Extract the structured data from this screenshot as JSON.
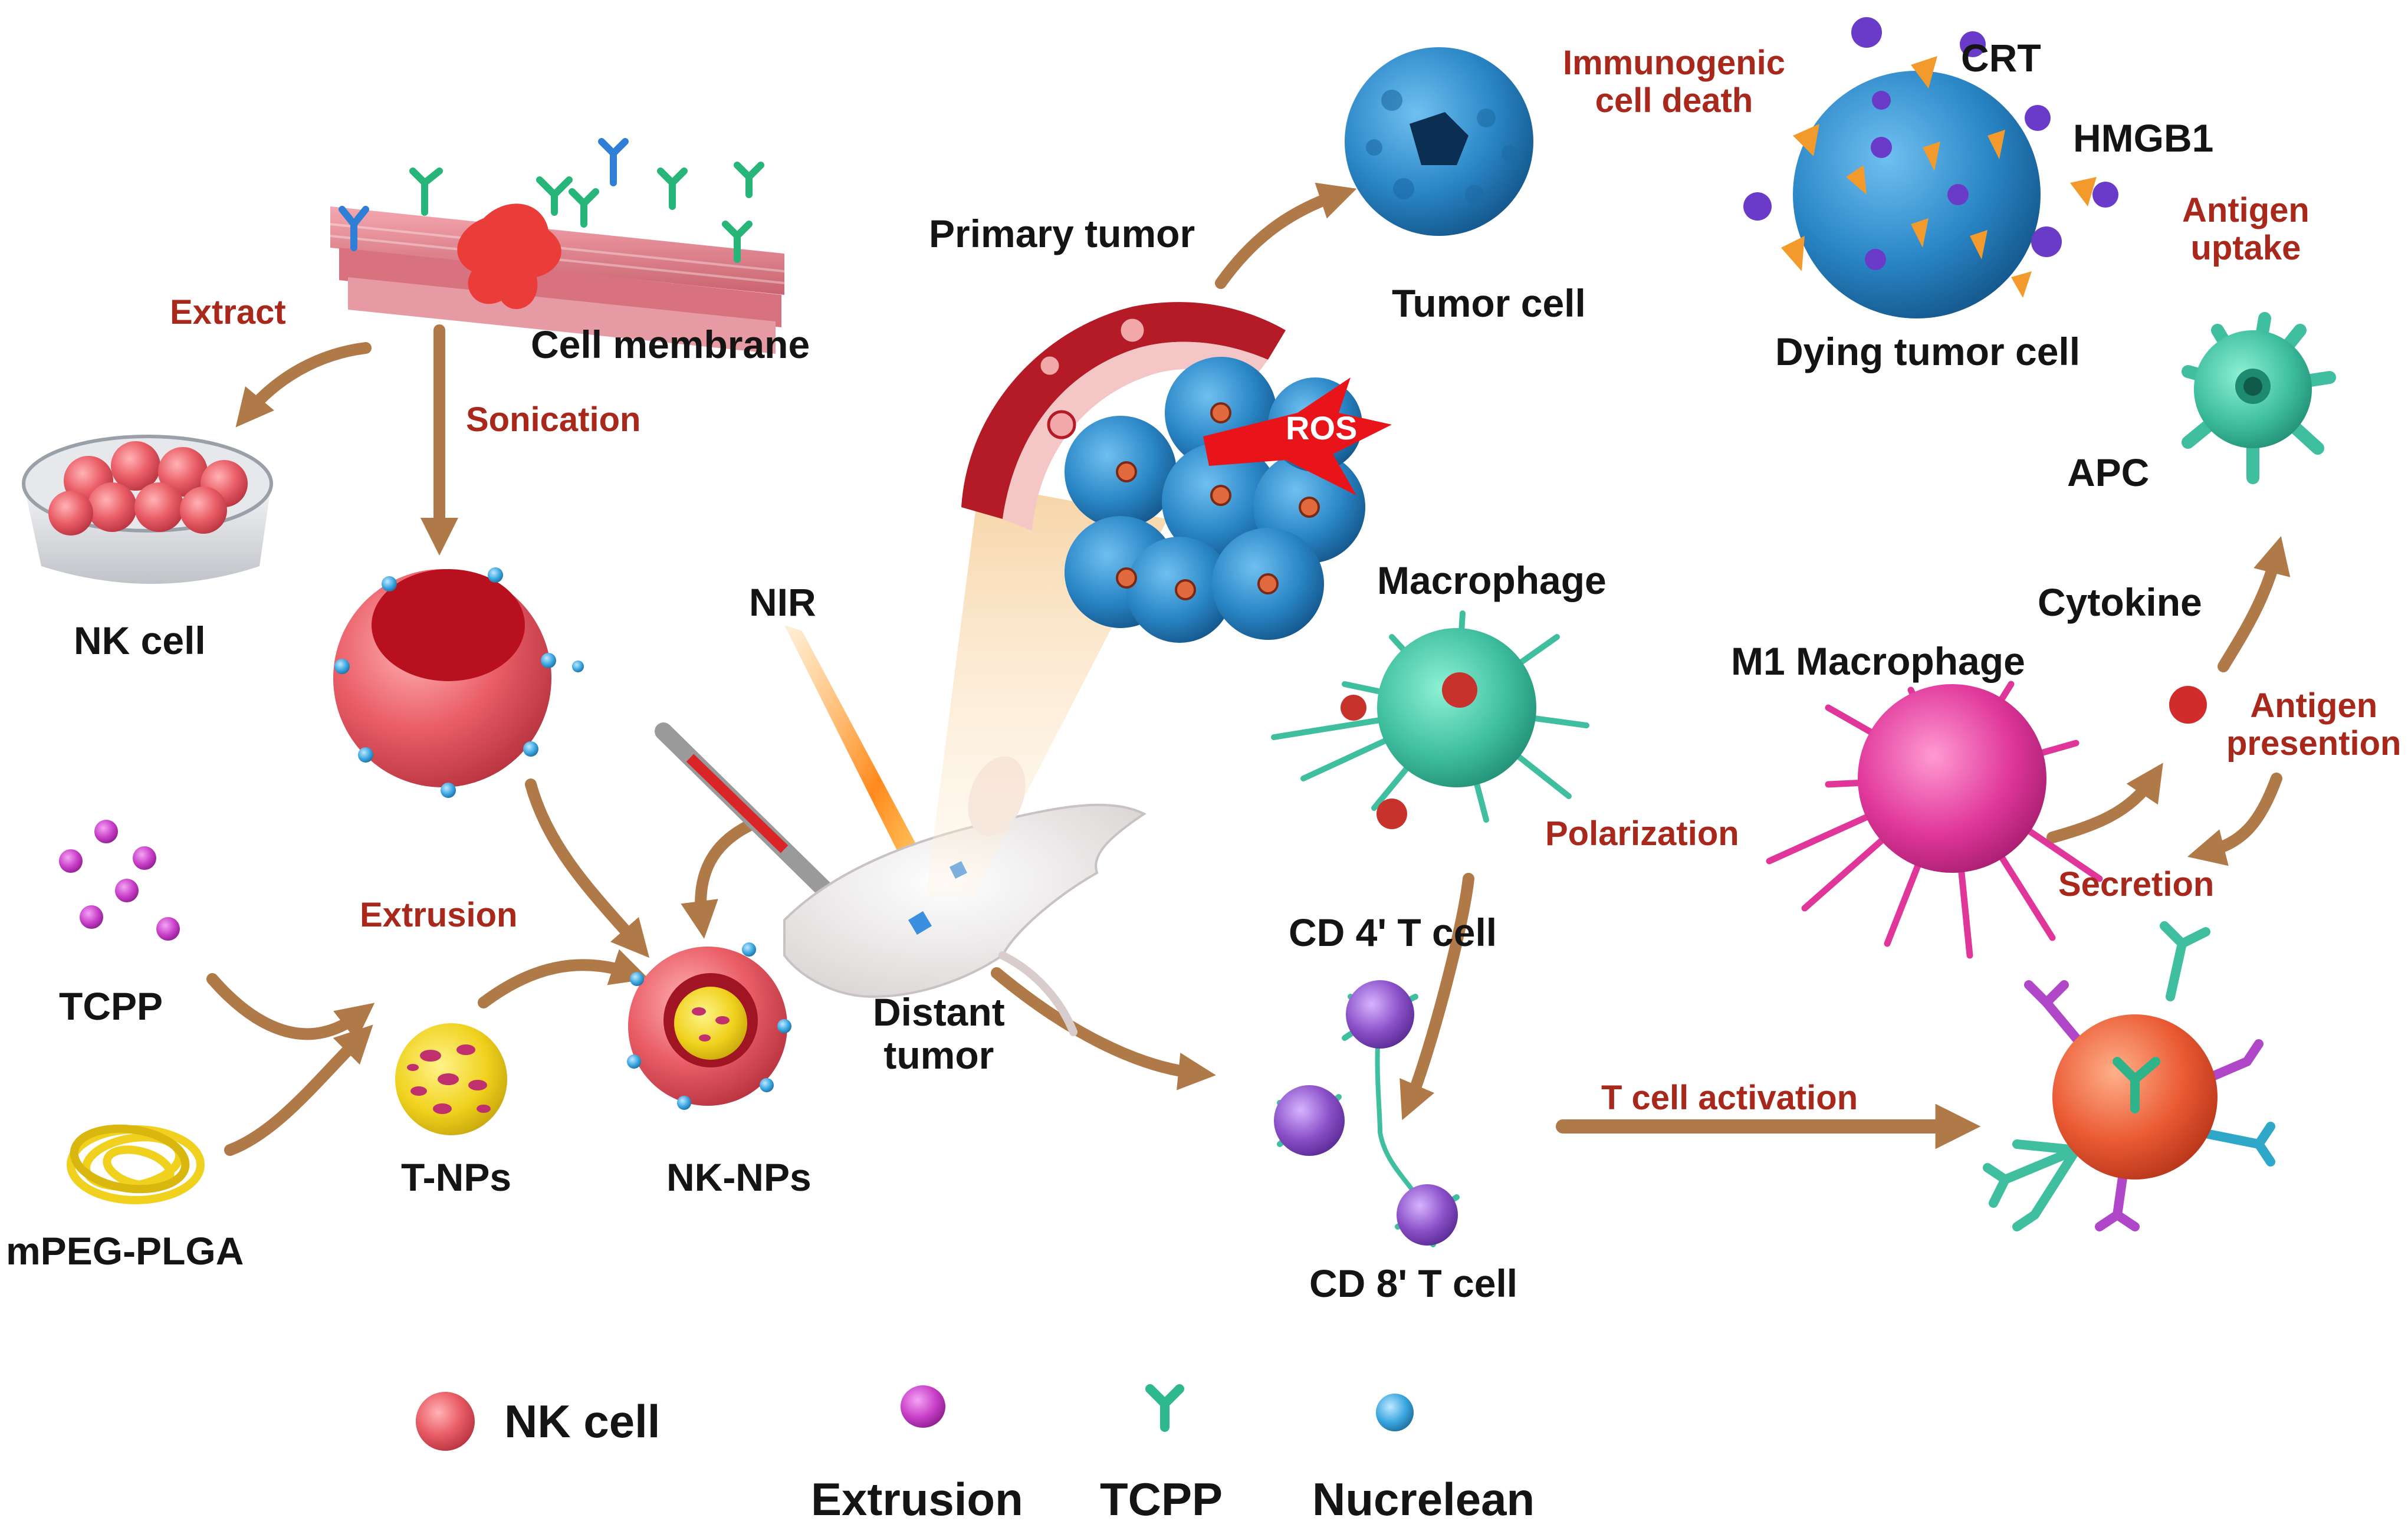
{
  "labels": {
    "cell_membrane": "Cell membrane",
    "extract": "Extract",
    "sonication": "Sonication",
    "nk_cell": "NK cell",
    "tcpp": "TCPP",
    "mpeg_plga": "mPEG-PLGA",
    "extrusion": "Extrusion",
    "t_nps": "T-NPs",
    "nk_nps": "NK-NPs",
    "nir": "NIR",
    "distant_tumor": "Distant\ntumor",
    "primary_tumor": "Primary tumor",
    "ros": "ROS",
    "tumor_cell": "Tumor cell",
    "immunogenic_cell_death": "Immunogenic\ncell death",
    "crt": "CRT",
    "hmgb1": "HMGB1",
    "dying_tumor_cell": "Dying tumor cell",
    "antigen_uptake": "Antigen\nuptake",
    "apc": "APC",
    "macrophage": "Macrophage",
    "polarization": "Polarization",
    "m1_macrophage": "M1 Macrophage",
    "cytokine": "Cytokine",
    "antigen_presention": "Antigen\npresention",
    "secretion": "Secretion",
    "cd4_t_cell": "CD 4' T cell",
    "cd8_t_cell": "CD 8' T cell",
    "t_cell_activation": "T cell activation"
  },
  "legend": {
    "nk_cell": "NK cell",
    "extrusion": "Extrusion",
    "tcpp": "TCPP",
    "nucrelean": "Nucrelean"
  },
  "colors": {
    "arrow": "#b07a48",
    "red_label": "#a8281c",
    "nk_cell": "#e85a62",
    "tumor_blue": "#2a86c6",
    "macrophage_teal": "#3fbfa0",
    "m1_magenta": "#e0369a",
    "t_cell_purple": "#8a4fc8",
    "activated_t_orange": "#ea5a33",
    "tcpp_purple": "#c83ec8",
    "nucrelean_blue": "#3aa6e0",
    "tcpp_green": "#2db88e",
    "plga_yellow": "#f0d21e"
  }
}
